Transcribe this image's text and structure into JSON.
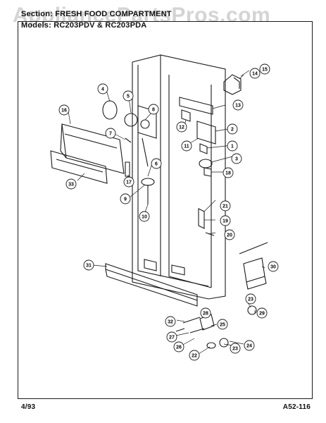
{
  "header": {
    "section_text": "Section: FRESH FOOD COMPARTMENT",
    "model_text": "Models: RC203PDV & RC203PDA"
  },
  "watermark": {
    "text": "AppliancePartsPros.com"
  },
  "footer": {
    "date": "4/93",
    "diagram_code": "A52-116"
  },
  "callouts": [
    "1",
    "2",
    "3",
    "4",
    "5",
    "6",
    "7",
    "8",
    "9",
    "10",
    "11",
    "12",
    "13",
    "14",
    "15",
    "16",
    "17",
    "18",
    "19",
    "20",
    "21",
    "22",
    "23",
    "24",
    "25",
    "26",
    "27",
    "28",
    "29",
    "30",
    "31",
    "32",
    "33"
  ]
}
